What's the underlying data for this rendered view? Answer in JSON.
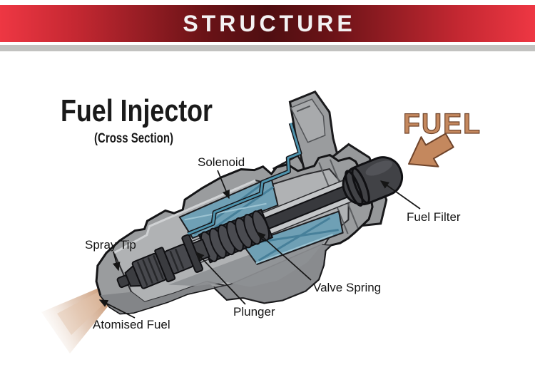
{
  "banner": {
    "title": "STRUCTURE"
  },
  "diagram": {
    "title": "Fuel Injector",
    "subtitle": "(Cross Section)",
    "flow_label": "FUEL",
    "labels": {
      "solenoid": "Solenoid",
      "fuel_filter": "Fuel Filter",
      "spray_tip": "Spray Tip",
      "valve_spring": "Valve Spring",
      "plunger": "Plunger",
      "atomised_fuel": "Atomised Fuel"
    },
    "colors": {
      "banner_red_bright": "#ee3743",
      "banner_red_dark": "#4f0e11",
      "strip_gray": "#c2c2c0",
      "body_gray": "#9a9c9e",
      "body_gray_light": "#b0b2b4",
      "body_gray_dark": "#85878a",
      "coil_blue": "#6fa0b5",
      "dark_metal": "#3f4044",
      "wire_teal": "#4f94ae",
      "fuel_tan": "#c4885e",
      "fuel_tan_outline": "#6e432a",
      "label_black": "#151515"
    }
  }
}
